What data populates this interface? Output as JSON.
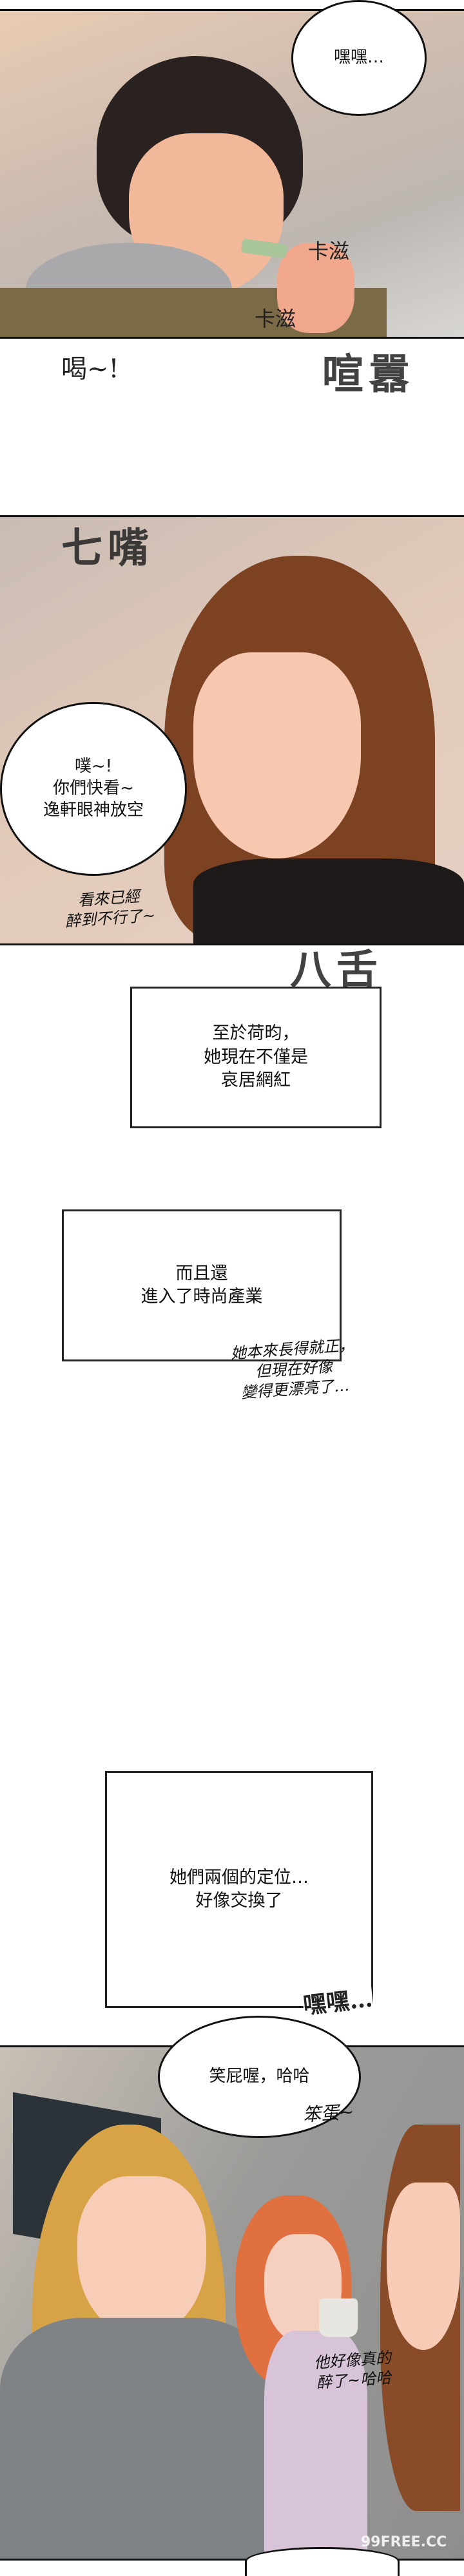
{
  "panel1": {
    "bubble": "嘿嘿…",
    "sfx_crunch_1": "卡滋",
    "sfx_crunch_2": "卡滋"
  },
  "between1": {
    "sfx_left": "喝~!",
    "sfx_right": "喧囂"
  },
  "panel2": {
    "sfx_top": "七嘴",
    "bubble_lines": [
      "噗~!",
      "你們快看~",
      "逸軒眼神放空"
    ],
    "handwritten_lines": [
      "看來已經",
      "醉到不行了~"
    ]
  },
  "between2": {
    "sfx": "八舌"
  },
  "narration": {
    "box1_lines": [
      "至於荷昀，",
      "她現在不僅是",
      "哀居網紅"
    ],
    "box2_lines": [
      "而且還",
      "進入了時尚產業"
    ],
    "box2_handwritten_lines": [
      "她本來長得就正，",
      "但現在好像",
      "變得更漂亮了…"
    ],
    "box3_lines": [
      "她們兩個的定位…",
      "好像交換了"
    ],
    "box3_sfx": "嘿嘿…"
  },
  "panel4": {
    "bubble": "笑屁喔，哈哈",
    "handwritten_1": "笨蛋~",
    "handwritten_2_lines": [
      "他好像真的",
      "醉了~哈哈"
    ],
    "watermark": "99FREE.CC"
  }
}
